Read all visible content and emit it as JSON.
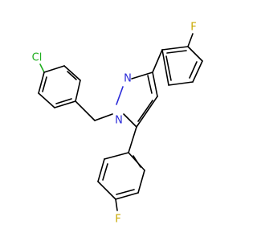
{
  "molecule": {
    "atoms": {
      "cl": {
        "label": "Cl",
        "color": "#1fae1f"
      },
      "n1": {
        "label": "N",
        "color": "#2b2bd8"
      },
      "n2": {
        "label": "N",
        "color": "#2b2bd8"
      },
      "f_top": {
        "label": "F",
        "color": "#c8a800"
      },
      "f_bottom": {
        "label": "F",
        "color": "#c8a800"
      }
    }
  }
}
